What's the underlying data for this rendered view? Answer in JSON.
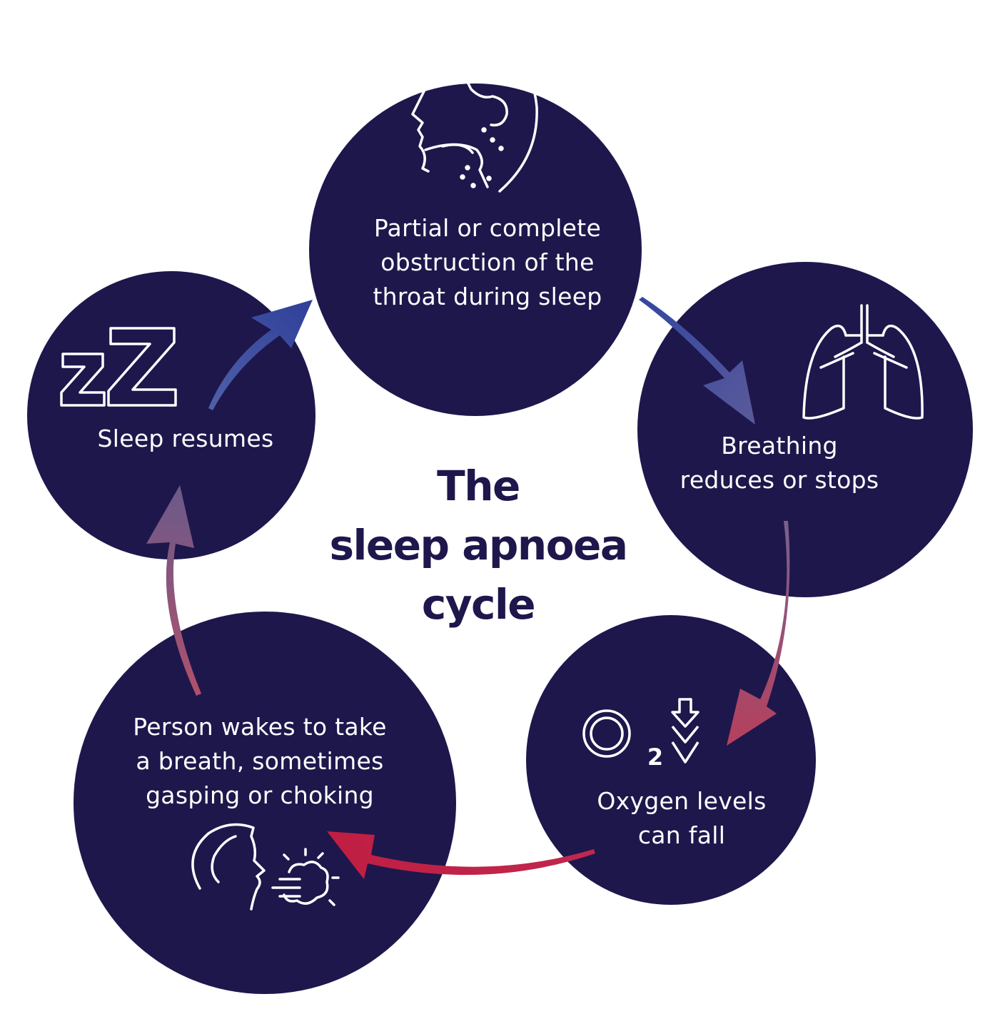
{
  "title": {
    "lines": [
      "The",
      "sleep apnoea",
      "cycle"
    ]
  },
  "steps": [
    {
      "id": "obstruction",
      "icon": "throat-obstruction-icon",
      "lines": [
        "Partial or complete",
        "obstruction of the",
        "throat during sleep"
      ]
    },
    {
      "id": "breathing",
      "icon": "lungs-icon",
      "lines": [
        "Breathing",
        "reduces or stops"
      ]
    },
    {
      "id": "oxygen",
      "icon": "oxygen-falling-icon",
      "lines": [
        "Oxygen levels",
        "can fall"
      ]
    },
    {
      "id": "wakes",
      "icon": "gasping-person-icon",
      "lines": [
        "Person wakes to take",
        "a breath, sometimes",
        "gasping or choking"
      ]
    },
    {
      "id": "sleep",
      "icon": "zz-sleep-icon",
      "lines": [
        "Sleep resumes"
      ]
    }
  ],
  "icon_text": {
    "oxygen_symbol": "O",
    "oxygen_subscript": "2",
    "sleep_small_z": "z",
    "sleep_big_z": "Z"
  },
  "colors": {
    "circle": "#1e174c",
    "title": "#1e174c",
    "arrow_blue": "#3a4a9c",
    "arrow_purple": "#6b5a8e",
    "arrow_red": "#c0284e"
  }
}
